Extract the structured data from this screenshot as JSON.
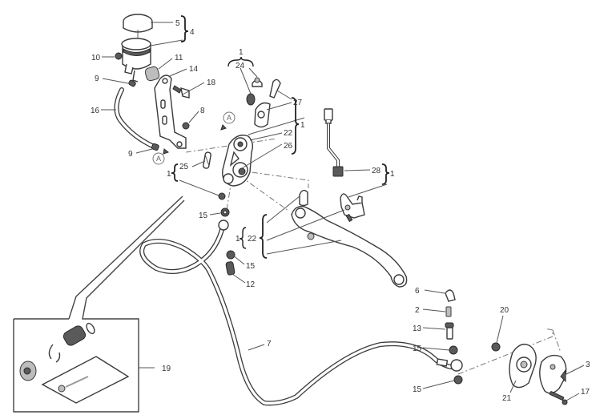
{
  "diagram": {
    "title": "Clutch master cylinder exploded parts diagram",
    "reference_marker": "A",
    "callouts": [
      {
        "id": "c5",
        "label": "5",
        "part": "reservoir cap"
      },
      {
        "id": "c4",
        "label": "4",
        "part": "reservoir assembly"
      },
      {
        "id": "c10",
        "label": "10",
        "part": "nut"
      },
      {
        "id": "c11",
        "label": "11",
        "part": "bellows"
      },
      {
        "id": "c14",
        "label": "14",
        "part": "bracket"
      },
      {
        "id": "c18",
        "label": "18",
        "part": "screw"
      },
      {
        "id": "c9a",
        "label": "9",
        "part": "hose clamp upper"
      },
      {
        "id": "c16",
        "label": "16",
        "part": "reservoir hose"
      },
      {
        "id": "c8",
        "label": "8",
        "part": "nut"
      },
      {
        "id": "c9b",
        "label": "9",
        "part": "hose clamp lower"
      },
      {
        "id": "c1a",
        "label": "1",
        "part": "master cylinder assembly"
      },
      {
        "id": "c24",
        "label": "24",
        "part": "cap"
      },
      {
        "id": "c27",
        "label": "27",
        "part": "pin / cover"
      },
      {
        "id": "c1b",
        "label": "1",
        "part": "master cylinder assembly"
      },
      {
        "id": "c22a",
        "label": "22",
        "part": "body"
      },
      {
        "id": "c26a",
        "label": "26",
        "part": "pivot"
      },
      {
        "id": "c1c",
        "label": "1",
        "part": "master cylinder assembly"
      },
      {
        "id": "c25",
        "label": "25",
        "part": "spring"
      },
      {
        "id": "c28",
        "label": "28",
        "part": "switch"
      },
      {
        "id": "c1d",
        "label": "1",
        "part": "master cylinder assembly"
      },
      {
        "id": "c15a",
        "label": "15",
        "part": "sealing washer"
      },
      {
        "id": "c1e",
        "label": "1",
        "part": "lever kit"
      },
      {
        "id": "c22b",
        "label": "22",
        "part": "lever"
      },
      {
        "id": "c15b",
        "label": "15",
        "part": "sealing washer"
      },
      {
        "id": "c12",
        "label": "12",
        "part": "banjo bolt"
      },
      {
        "id": "c7",
        "label": "7",
        "part": "clutch hose"
      },
      {
        "id": "c6",
        "label": "6",
        "part": "bleed cap"
      },
      {
        "id": "c2",
        "label": "2",
        "part": "bleed valve"
      },
      {
        "id": "c13",
        "label": "13",
        "part": "banjo bolt"
      },
      {
        "id": "c15c",
        "label": "15",
        "part": "sealing washer"
      },
      {
        "id": "c15d",
        "label": "15",
        "part": "sealing washer"
      },
      {
        "id": "c20",
        "label": "20",
        "part": "nut"
      },
      {
        "id": "c21",
        "label": "21",
        "part": "slave cylinder"
      },
      {
        "id": "c3",
        "label": "3",
        "part": "cover"
      },
      {
        "id": "c17",
        "label": "17",
        "part": "screw"
      },
      {
        "id": "c19",
        "label": "19",
        "part": "repair kit"
      }
    ]
  }
}
